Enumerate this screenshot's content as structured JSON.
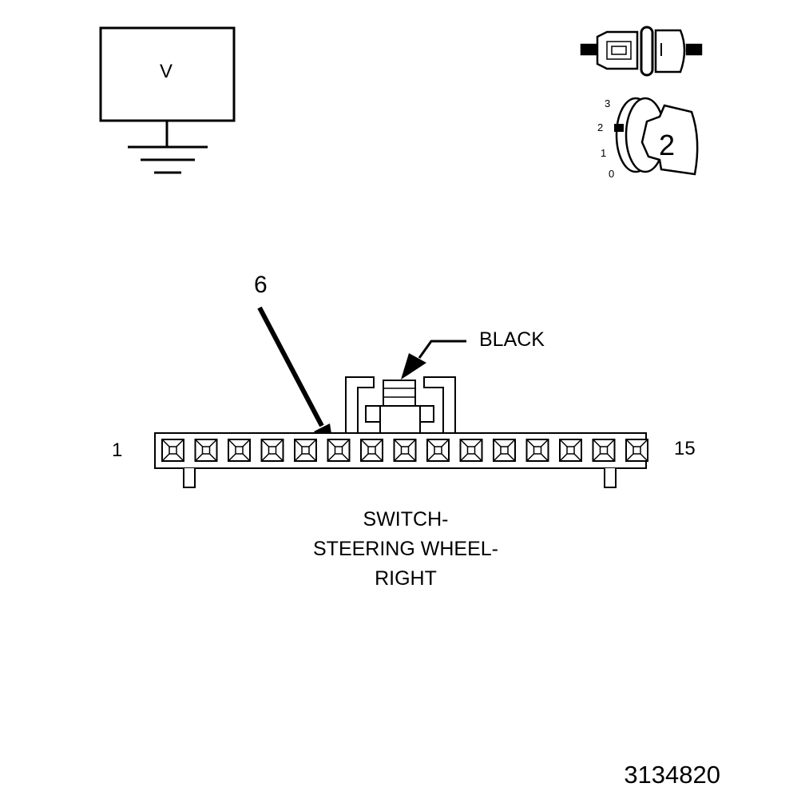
{
  "meter_symbol": {
    "letter": "V"
  },
  "ignition": {
    "positions": [
      "3",
      "2",
      "1",
      "0"
    ],
    "key_position_label": "2"
  },
  "connector": {
    "callout_pin": "6",
    "color": "BLACK",
    "first_pin": "1",
    "last_pin": "15",
    "cavity_count": 15,
    "name_lines": [
      "SWITCH-",
      "STEERING WHEEL-",
      "RIGHT"
    ]
  },
  "figure_number": "3134820"
}
